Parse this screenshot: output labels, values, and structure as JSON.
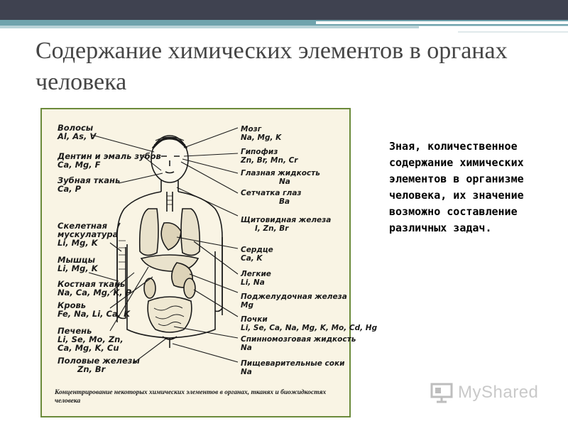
{
  "slide": {
    "title": "Содержание химических элементов в органах человека",
    "side_text": "Зная, количественное содержание химических элементов в организме человека, их значение возможно составление различных задач."
  },
  "figure": {
    "labels_left": [
      {
        "name": "Волосы",
        "elements": "Al, As, V"
      },
      {
        "name": "Дентин и эмаль зубов",
        "elements": "Ca, Mg, F"
      },
      {
        "name": "Зубная ткань",
        "elements": "Ca, P"
      },
      {
        "name": "Скелетная мускулатура",
        "line1": "Скелетная",
        "line2": "мускулатура",
        "elements": "Li, Mg, K"
      },
      {
        "name": "Мышцы",
        "elements": "Li, Mg, K"
      },
      {
        "name": "Костная ткань",
        "elements": "Na, Ca, Mg, K, P"
      },
      {
        "name": "Кровь",
        "elements": "Fe, Na, Li, Ca, K"
      },
      {
        "name": "Печень",
        "elements1": "Li, Se, Mo, Zn,",
        "elements2": "Ca, Mg, K, Cu"
      },
      {
        "name": "Половые железы",
        "elements": "Zn, Br"
      }
    ],
    "labels_right": [
      {
        "name": "Мозг",
        "elements": "Na, Mg, K"
      },
      {
        "name": "Гипофиз",
        "elements": "Zn, Br, Mn, Cr"
      },
      {
        "name": "Глазная жидкость",
        "elements": "Na"
      },
      {
        "name": "Сетчатка глаз",
        "elements": "Ba"
      },
      {
        "name": "Щитовидная железа",
        "elements": "I, Zn, Br"
      },
      {
        "name": "Сердце",
        "elements": "Ca, K"
      },
      {
        "name": "Легкие",
        "elements": "Li, Na"
      },
      {
        "name": "Поджелудочная железа",
        "elements": "Mg"
      },
      {
        "name": "Почки",
        "elements": "Li, Se, Ca, Na, Mg, K, Mo, Cd, Hg"
      },
      {
        "name": "Спинномозговая жидкость",
        "elements": "Na"
      },
      {
        "name": "Пищеварительные соки",
        "elements": "Na"
      }
    ],
    "caption": "Концентрирование некоторых химических элементов в органах, тканях и биожидкостях человека"
  },
  "logo": {
    "text": "MyShared",
    "icon": "presentation-screen-icon"
  },
  "colors": {
    "topbar": "#3f4250",
    "accent": "#6fa3ad",
    "figure_border": "#6b8a3a",
    "figure_bg": "#f9f4e4"
  }
}
